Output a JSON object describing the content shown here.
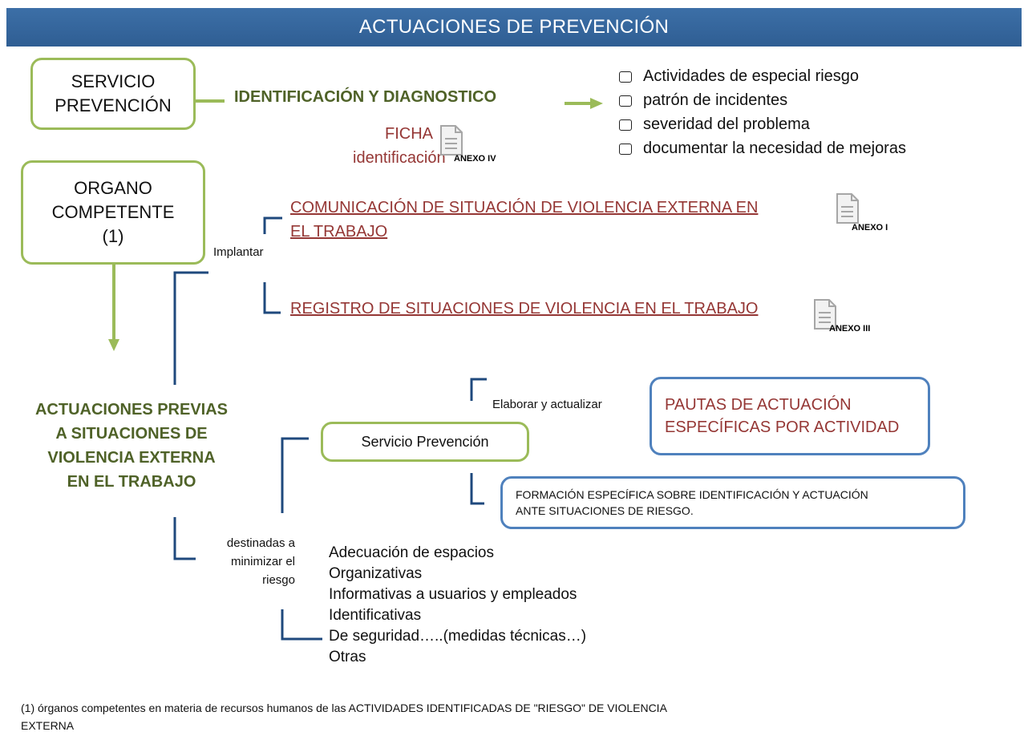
{
  "banner": {
    "title": "ACTUACIONES DE PREVENCIÓN"
  },
  "servicio_box": {
    "line1": "SERVICIO",
    "line2": "PREVENCIÓN"
  },
  "identificacion": "IDENTIFICACIÓN Y DIAGNOSTICO",
  "checklist": [
    "Actividades de especial riesgo",
    "patrón de incidentes",
    "severidad del problema",
    "documentar la necesidad de mejoras"
  ],
  "ficha": {
    "line1": "FICHA",
    "line2": "identificación",
    "anexo": "ANEXO IV"
  },
  "organo_box": {
    "line1": "ORGANO",
    "line2": "COMPETENTE",
    "line3": "(1)"
  },
  "implantar": "Implantar",
  "comunicacion": {
    "line1": "COMUNICACIÓN DE SITUACIÓN DE VIOLENCIA EXTERNA  EN",
    "line2": "EL TRABAJO",
    "anexo": "ANEXO I"
  },
  "registro": {
    "text": "REGISTRO DE SITUACIONES DE VIOLENCIA EN EL TRABAJO",
    "anexo": "ANEXO III"
  },
  "actuaciones_previas": {
    "line1": "ACTUACIONES PREVIAS",
    "line2": "A SITUACIONES DE",
    "line3": "VIOLENCIA EXTERNA",
    "line4": "EN EL TRABAJO"
  },
  "elaborar": "Elaborar y actualizar",
  "pautas_box": {
    "line1": "PAUTAS DE ACTUACIÓN",
    "line2": "ESPECÍFICAS POR ACTIVIDAD"
  },
  "servicio_prevencion_small": "Servicio Prevención",
  "formacion_box": {
    "line1": "FORMACIÓN ESPECÍFICA SOBRE IDENTIFICACIÓN Y ACTUACIÓN",
    "line2": "ANTE SITUACIONES DE RIESGO."
  },
  "destinadas": {
    "line1": "destinadas a",
    "line2": "minimizar el",
    "line3": "riesgo"
  },
  "medidas": [
    "Adecuación de espacios",
    "Organizativas",
    "Informativas a usuarios y empleados",
    "Identificativas",
    "De seguridad…..(medidas técnicas…)",
    "Otras"
  ],
  "footnote": {
    "line1": "(1) órganos competentes en materia de recursos humanos de las ACTIVIDADES IDENTIFICADAS DE \"RIESGO\" DE VIOLENCIA",
    "line2": "EXTERNA"
  },
  "colors": {
    "banner": "#2f5e93",
    "green": "#9bbb59",
    "blue": "#4f81bd",
    "dark_green_text": "#4f6228",
    "red_text": "#953735"
  }
}
